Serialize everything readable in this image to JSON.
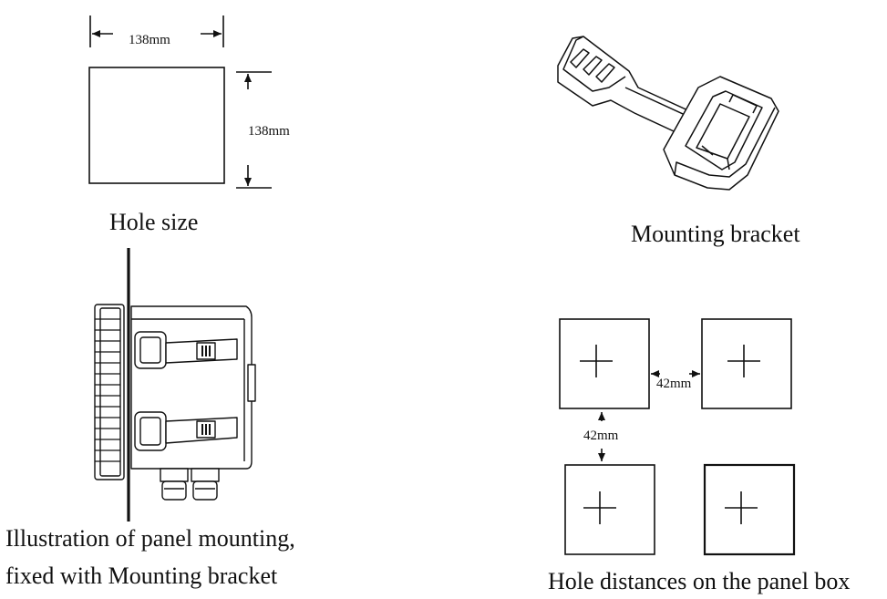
{
  "hole_size": {
    "width_label": "138mm",
    "height_label": "138mm",
    "caption": "Hole size"
  },
  "bracket": {
    "caption": "Mounting bracket"
  },
  "panel_mounting": {
    "caption_line1": "Illustration of panel mounting,",
    "caption_line2": "fixed with Mounting bracket"
  },
  "hole_distances": {
    "horizontal_label": "42mm",
    "vertical_label": "42mm",
    "caption": "Hole distances on the panel box"
  }
}
